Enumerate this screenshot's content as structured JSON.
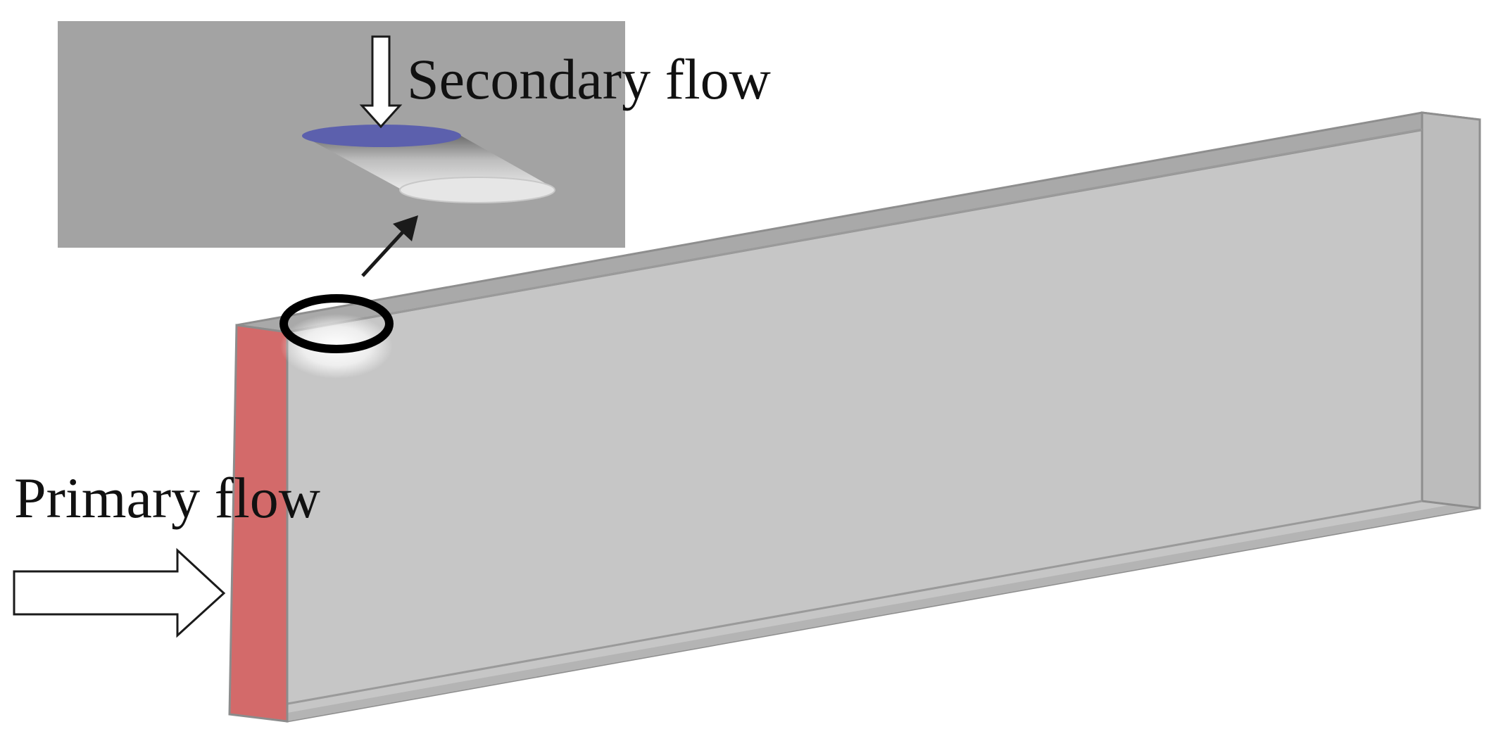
{
  "labels": {
    "secondary_flow": "Secondary flow",
    "primary_flow": "Primary flow"
  },
  "colors": {
    "background": "#ffffff",
    "duct_face": "#c6c6c6",
    "duct_top": "#a9a9a9",
    "duct_edge": "#8e8e8e",
    "inlet_face": "#d36a6a",
    "inset_background": "#a3a3a3",
    "jet_inlet": "#5c60ad",
    "arrow_outline": "#1a1a1a",
    "marker_ring": "#000000"
  },
  "icons": {
    "secondary_flow_arrow": "hollow-down-arrow",
    "primary_flow_arrow": "hollow-right-arrow",
    "callout_arrow": "pointer-arrow",
    "hole_marker": "ellipse-ring"
  }
}
